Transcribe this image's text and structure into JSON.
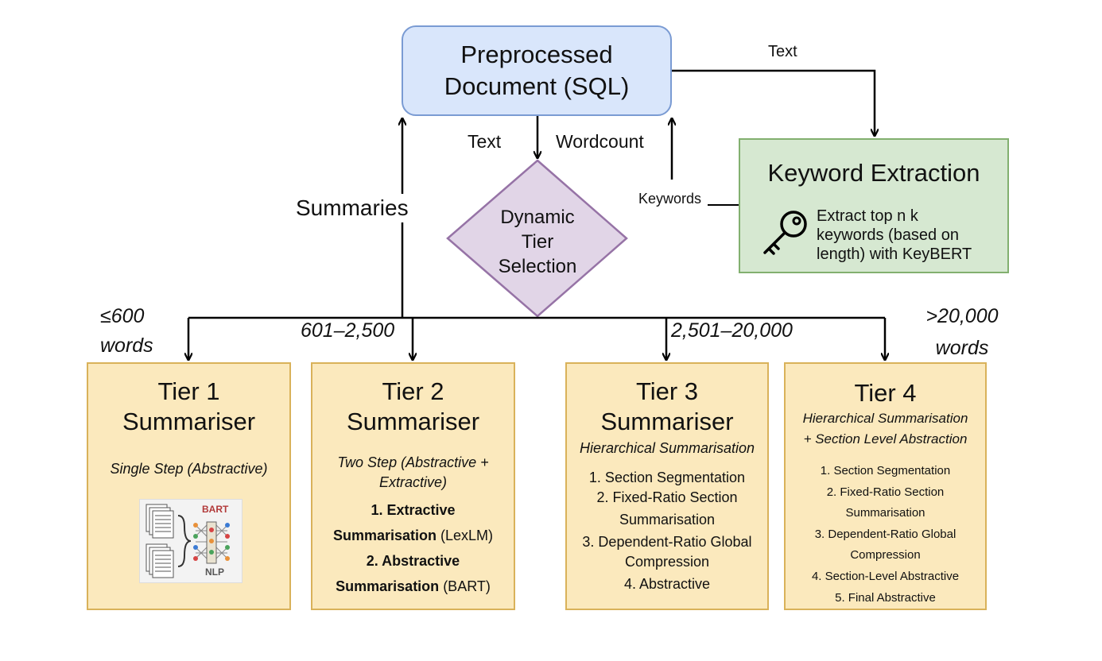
{
  "document_node": {
    "line1": "Preprocessed",
    "line2": "Document (SQL)"
  },
  "keyword_node": {
    "title": "Keyword Extraction",
    "desc_lines": [
      "Extract top n k",
      "keywords (based on",
      "length) with KeyBERT"
    ],
    "icon": "key-icon"
  },
  "tier_selection": {
    "lines": [
      "Dynamic",
      "Tier",
      "Selection"
    ]
  },
  "edge_labels": {
    "text_to_keywords": "Text",
    "text_down": "Text",
    "wordcount": "Wordcount",
    "keywords": "Keywords",
    "summaries": "Summaries"
  },
  "ranges": {
    "tier1": [
      "≤600",
      "words"
    ],
    "tier2": "601–2,500",
    "tier3": "2,501–20,000",
    "tier4": [
      ">20,000",
      "words"
    ]
  },
  "tiers": [
    {
      "title1": "Tier 1",
      "title2": "Summariser",
      "subtitle": "Single Step (Abstractive)",
      "image": {
        "icon": "bart-nlp-icon",
        "label_top": "BART",
        "label_bottom": "NLP"
      }
    },
    {
      "title1": "Tier 2",
      "title2": "Summariser",
      "subtitle_lines": [
        "Two Step (Abstractive +",
        "Extractive)"
      ],
      "steps": [
        {
          "bold1": "1. Extractive",
          "bold2": "Summarisation",
          "normal": " (LexLM)"
        },
        {
          "bold1": "2. Abstractive",
          "bold2": "Summarisation",
          "normal": " (BART)"
        }
      ]
    },
    {
      "title1": "Tier 3",
      "title2": "Summariser",
      "subtitle": "Hierarchical Summarisation",
      "step_lines": [
        "1. Section Segmentation",
        "2. Fixed-Ratio Section",
        "Summarisation",
        "3. Dependent-Ratio Global",
        "Compression",
        "4. Abstractive"
      ]
    },
    {
      "title1": "Tier 4",
      "subtitle_lines": [
        "Hierarchical Summarisation",
        "+ Section Level Abstraction"
      ],
      "step_lines": [
        "1. Section Segmentation",
        "2. Fixed-Ratio Section",
        "Summarisation",
        "3. Dependent-Ratio Global",
        "Compression",
        "4. Section-Level Abstractive",
        "5. Final Abstractive"
      ]
    }
  ],
  "colors": {
    "document_fill": "#d9e6fb",
    "document_stroke": "#7a9bd3",
    "keyword_fill": "#d6e8d1",
    "keyword_stroke": "#82b06f",
    "diamond_fill": "#e1d5e7",
    "diamond_stroke": "#9673a6",
    "tier_fill": "#fbe9bd",
    "tier_stroke": "#d9b25a",
    "edge": "#000000"
  }
}
